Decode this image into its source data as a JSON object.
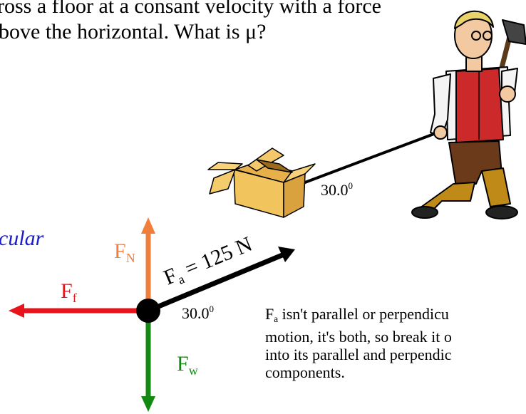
{
  "question": {
    "line1": "ross a floor at a consant velocity with a force",
    "line2": "bove the horizontal.  What is μ?"
  },
  "left_word": "cular",
  "angle_rope": {
    "value": "30.0",
    "exp": "0"
  },
  "angle_fbd": {
    "value": "30.0",
    "exp": "0"
  },
  "forces": {
    "normal": {
      "main": "F",
      "sub": "N",
      "color": "#f07f3c"
    },
    "friction": {
      "main": "F",
      "sub": "f",
      "color": "#e8141c"
    },
    "weight": {
      "main": "F",
      "sub": "w",
      "color": "#128a12"
    },
    "applied": {
      "main": "F",
      "sub": "a",
      "rest": " = 125 N",
      "color": "#000000"
    }
  },
  "note": {
    "line1_sub": "a",
    "line1": " isn't parallel or perpendicu",
    "line2": "motion, it's both, so break it o",
    "line3": "into its parallel and perpendic",
    "line4": "components."
  },
  "colors": {
    "left_word": "#1a1acc",
    "box": "#f0c060",
    "box_dark": "#c8902a",
    "vest": "#cc2a2a",
    "pants": "#6b3a1a",
    "boots": "#b07a10"
  }
}
